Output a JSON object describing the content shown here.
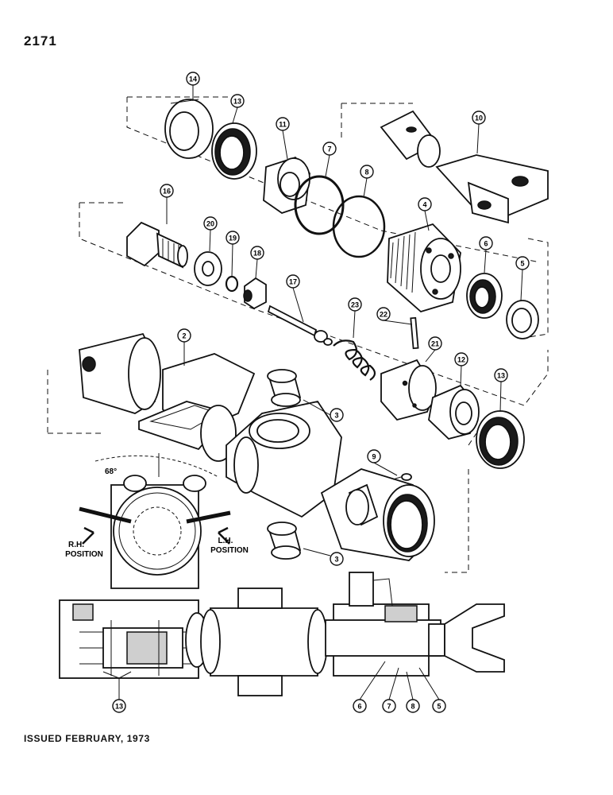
{
  "page": {
    "number": "2171",
    "issued": "ISSUED FEBRUARY, 1973"
  },
  "diagram": {
    "angle_label": "68°",
    "rh_position": [
      "R.H.",
      "POSITION"
    ],
    "lh_position": [
      "L.H.",
      "POSITION"
    ],
    "callouts": [
      {
        "id": "callout-14",
        "label": "14"
      },
      {
        "id": "callout-13-top",
        "label": "13"
      },
      {
        "id": "callout-11",
        "label": "11"
      },
      {
        "id": "callout-7-top",
        "label": "7"
      },
      {
        "id": "callout-8-top",
        "label": "8"
      },
      {
        "id": "callout-10",
        "label": "10"
      },
      {
        "id": "callout-16",
        "label": "16"
      },
      {
        "id": "callout-20",
        "label": "20"
      },
      {
        "id": "callout-19",
        "label": "19"
      },
      {
        "id": "callout-18",
        "label": "18"
      },
      {
        "id": "callout-17",
        "label": "17"
      },
      {
        "id": "callout-4",
        "label": "4"
      },
      {
        "id": "callout-6-top",
        "label": "6"
      },
      {
        "id": "callout-5-top",
        "label": "5"
      },
      {
        "id": "callout-23",
        "label": "23"
      },
      {
        "id": "callout-22",
        "label": "22"
      },
      {
        "id": "callout-21",
        "label": "21"
      },
      {
        "id": "callout-12",
        "label": "12"
      },
      {
        "id": "callout-13-mid",
        "label": "13"
      },
      {
        "id": "callout-2",
        "label": "2"
      },
      {
        "id": "callout-3-top",
        "label": "3"
      },
      {
        "id": "callout-9",
        "label": "9"
      },
      {
        "id": "callout-3-bottom",
        "label": "3"
      },
      {
        "id": "callout-13-bottom",
        "label": "13"
      },
      {
        "id": "callout-6-bottom",
        "label": "6"
      },
      {
        "id": "callout-7-bottom",
        "label": "7"
      },
      {
        "id": "callout-8-bottom",
        "label": "8"
      },
      {
        "id": "callout-5-bottom",
        "label": "5"
      }
    ]
  }
}
